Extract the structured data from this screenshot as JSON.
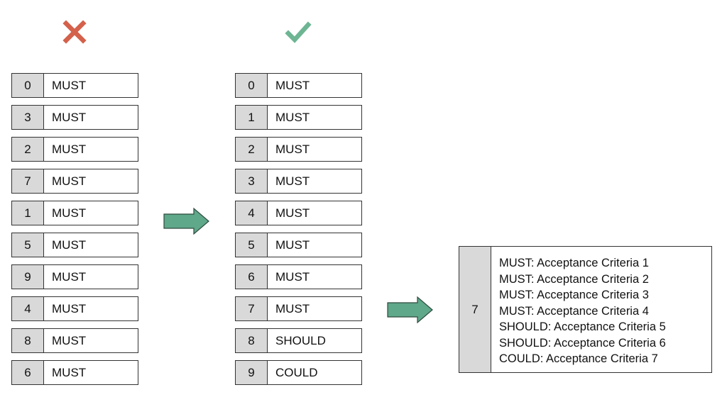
{
  "icons": {
    "wrong": {
      "name": "cross-icon",
      "color": "#d4614b"
    },
    "right": {
      "name": "check-icon",
      "color": "#6db593"
    }
  },
  "colors": {
    "index_cell": "#d9d9d9",
    "border": "#333333",
    "arrow_fill": "#5fa88a",
    "arrow_stroke": "#2e4a3f"
  },
  "wrong_list": [
    {
      "index": "0",
      "priority": "MUST"
    },
    {
      "index": "3",
      "priority": "MUST"
    },
    {
      "index": "2",
      "priority": "MUST"
    },
    {
      "index": "7",
      "priority": "MUST"
    },
    {
      "index": "1",
      "priority": "MUST"
    },
    {
      "index": "5",
      "priority": "MUST"
    },
    {
      "index": "9",
      "priority": "MUST"
    },
    {
      "index": "4",
      "priority": "MUST"
    },
    {
      "index": "8",
      "priority": "MUST"
    },
    {
      "index": "6",
      "priority": "MUST"
    }
  ],
  "right_list": [
    {
      "index": "0",
      "priority": "MUST"
    },
    {
      "index": "1",
      "priority": "MUST"
    },
    {
      "index": "2",
      "priority": "MUST"
    },
    {
      "index": "3",
      "priority": "MUST"
    },
    {
      "index": "4",
      "priority": "MUST"
    },
    {
      "index": "5",
      "priority": "MUST"
    },
    {
      "index": "6",
      "priority": "MUST"
    },
    {
      "index": "7",
      "priority": "MUST"
    },
    {
      "index": "8",
      "priority": "SHOULD"
    },
    {
      "index": "9",
      "priority": "COULD"
    }
  ],
  "detail": {
    "index": "7",
    "criteria": [
      "MUST: Acceptance Criteria 1",
      "MUST: Acceptance Criteria 2",
      "MUST: Acceptance Criteria 3",
      "MUST: Acceptance Criteria 4",
      "SHOULD: Acceptance Criteria 5",
      "SHOULD: Acceptance Criteria 6",
      "COULD: Acceptance Criteria 7"
    ]
  }
}
